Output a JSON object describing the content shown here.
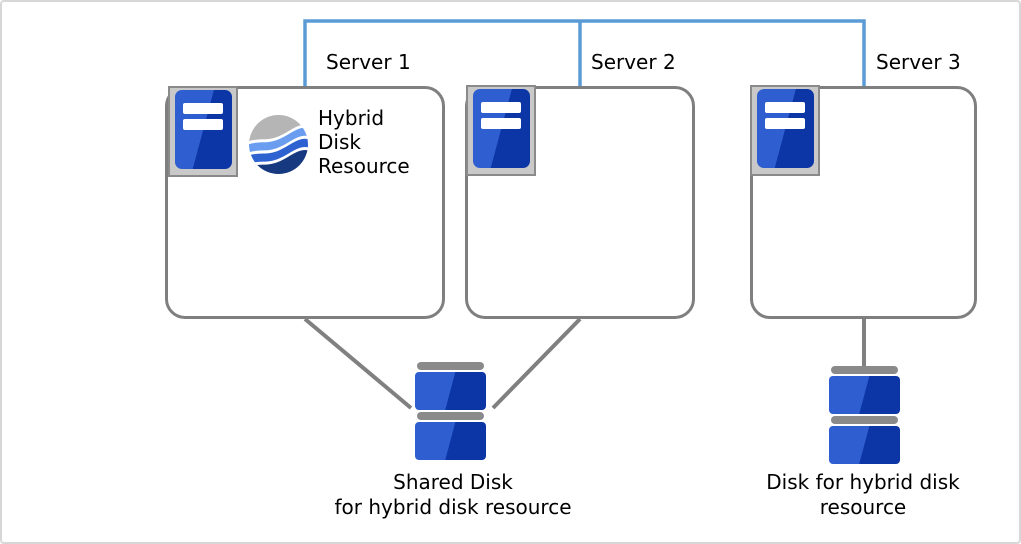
{
  "servers": [
    {
      "label": "Server 1"
    },
    {
      "label": "Server 2"
    },
    {
      "label": "Server 3"
    }
  ],
  "hybrid_resource": {
    "line1": "Hybrid",
    "line2": "Disk",
    "line3": "Resource"
  },
  "disk_labels": {
    "shared": {
      "line1": "Shared Disk",
      "line2": "for hybrid disk resource"
    },
    "hybrid": {
      "line1": "Disk for hybrid disk",
      "line2": "resource"
    }
  },
  "colors": {
    "connector_blue": "#5b9bd5",
    "line_gray": "#808080",
    "border_gray": "#7f7f7f",
    "server_blue_light": "#2e5ed0",
    "server_blue_dark": "#0c35a6",
    "icon_frame_gray": "#c9c9c9",
    "cap_gray": "#8a8a8a",
    "wave_gray": "#b5b5b5",
    "wave_light_blue": "#6a9df0",
    "wave_mid_blue": "#2d62d0",
    "wave_dark_blue": "#16397f"
  }
}
